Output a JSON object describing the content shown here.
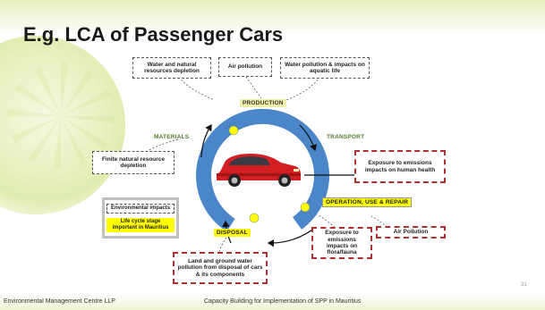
{
  "title": "E.g. LCA of Passenger Cars",
  "stages": {
    "production": "PRODUCTION",
    "materials": "MATERIALS",
    "transport": "TRANSPORT",
    "use": "OPERATION, USE & REPAIR",
    "disposal": "DISPOSAL"
  },
  "impacts": {
    "water_resources": "Water and natural resources depletion",
    "air_pollution_top": "Air pollution",
    "water_pollution": "Water pollution & impacts on aquatic life",
    "finite_resources": "Finite natural resource depletion",
    "human_health": "Exposure to emissions impacts on human health",
    "air_pollution_bottom": "Air Pollution",
    "flora_fauna": "Exposure to emissions impacts on flora/fauna",
    "land_water_pollution": "Land and ground water pollution from disposal of cars & its components"
  },
  "legend": {
    "environmental": "Environmental impacts",
    "life_cycle": "Life cycle stage important in Mauritius"
  },
  "colors": {
    "cycle_blue": "#4a86c8",
    "dot_yellow": "#ffff00",
    "car_red": "#d21f22",
    "dash_red": "#b03030"
  },
  "footer": {
    "org": "Environmental Management Centre LLP",
    "project": "Capacity Building for Implementation of SPP in Mauritius",
    "page": "31"
  }
}
